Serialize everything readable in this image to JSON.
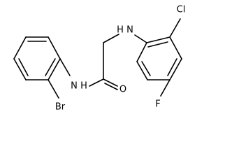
{
  "molecule": {
    "atoms": {
      "cl": "Cl",
      "nh_top": "N",
      "h_top": "H",
      "f": "F",
      "o": "O",
      "nh_amide": "N",
      "h_amide": "H",
      "br": "Br"
    },
    "colors": {
      "bond": "#000000",
      "label": "#000000",
      "background": "#ffffff"
    }
  }
}
